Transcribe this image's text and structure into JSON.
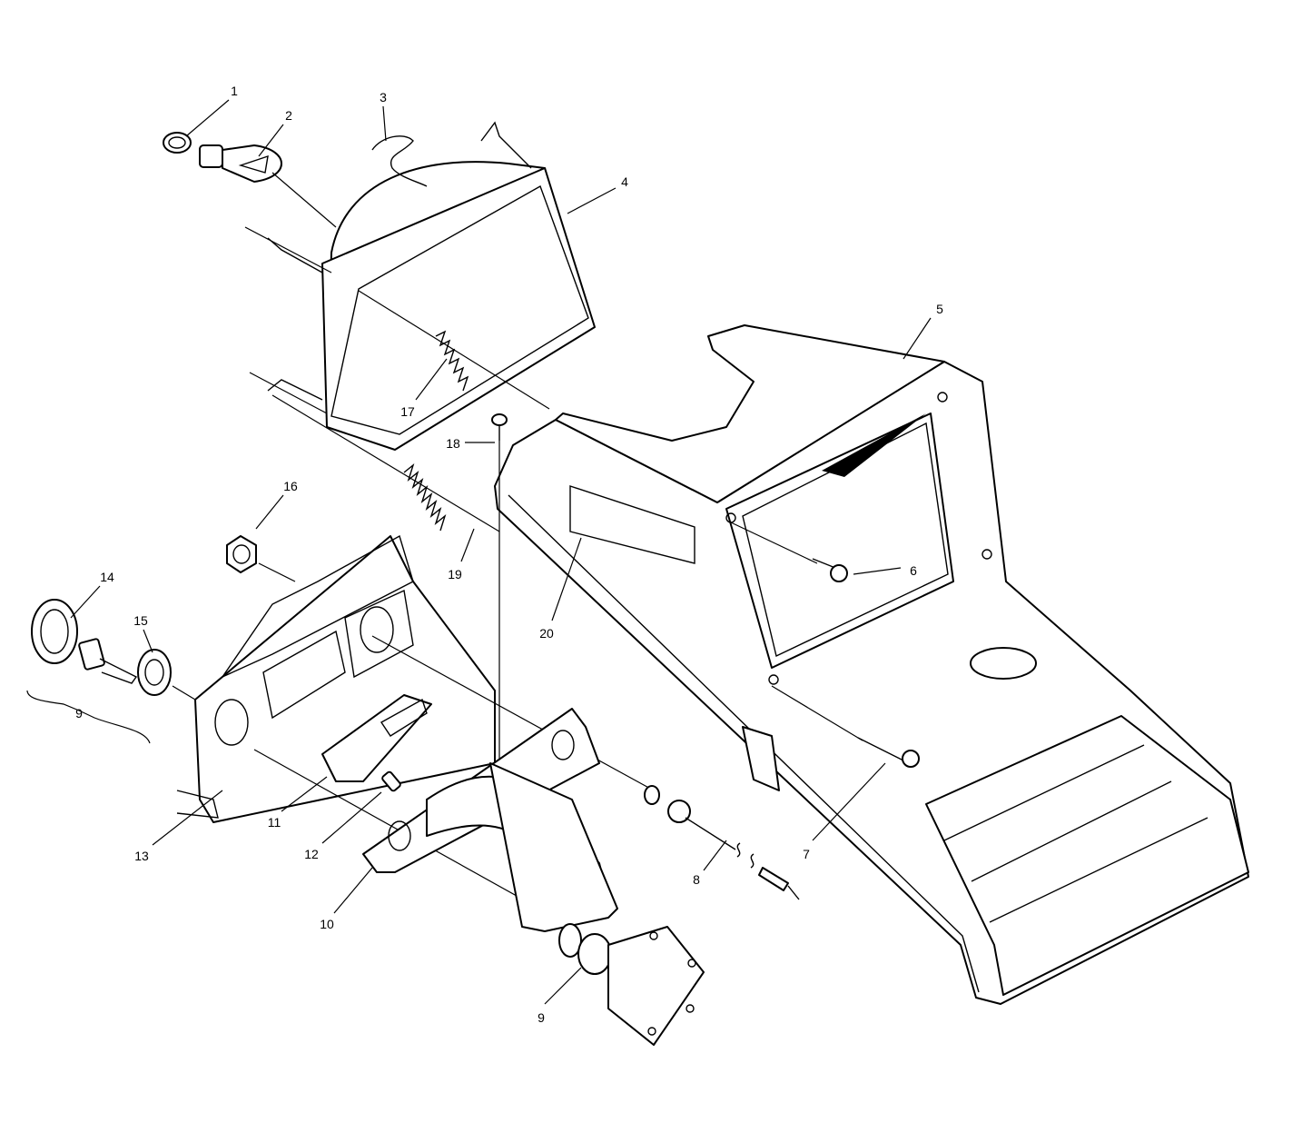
{
  "diagram": {
    "type": "exploded parts diagram",
    "callouts": {
      "c1": "1",
      "c2": "2",
      "c3": "3",
      "c4": "4",
      "c5": "5",
      "c6": "6",
      "c7": "7",
      "c8": "8",
      "c9a": "9",
      "c9b": "9",
      "c10": "10",
      "c11": "11",
      "c12": "12",
      "c13": "13",
      "c14": "14",
      "c15": "15",
      "c16": "16",
      "c17": "17",
      "c18": "18",
      "c19": "19",
      "c20": "20"
    }
  }
}
